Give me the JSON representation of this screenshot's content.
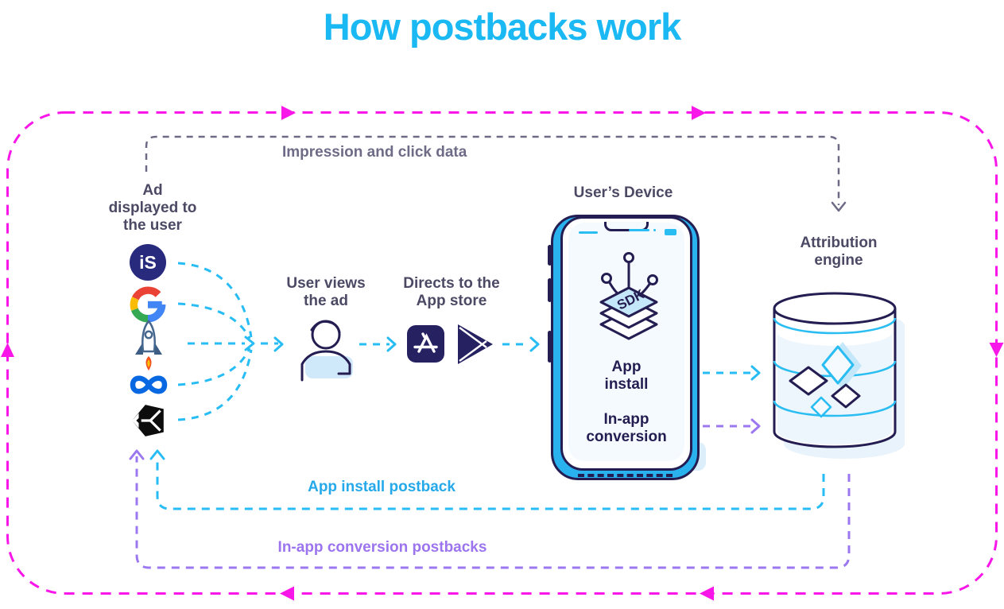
{
  "title": "How postbacks work",
  "flow": {
    "impression_label": "Impression and click data",
    "ad_displayed_line1": "Ad",
    "ad_displayed_line2": "displayed to",
    "ad_displayed_line3": "the user",
    "user_views_line1": "User views",
    "user_views_line2": "the ad",
    "directs_line1": "Directs to the",
    "directs_line2": "App store",
    "users_device": "User’s Device",
    "attribution_line1": "Attribution",
    "attribution_line2": "engine",
    "app_install_postback": "App install postback",
    "in_app_conversion_postbacks": "In-app conversion postbacks"
  },
  "device": {
    "sdk_label": "SDK",
    "app_install_line1": "App",
    "app_install_line2": "install",
    "in_app_line1": "In-app",
    "in_app_line2": "conversion"
  },
  "ad_networks": [
    {
      "name": "ironsource",
      "label": "iS"
    },
    {
      "name": "google"
    },
    {
      "name": "rocket-ad-network"
    },
    {
      "name": "meta"
    },
    {
      "name": "unity"
    }
  ],
  "colors": {
    "title_cyan": "#1ab9f4",
    "magenta_loop": "#f816e9",
    "cyan_line": "#27bdf4",
    "purple_line": "#9b78f0",
    "gray_line": "#6d6a85",
    "navy_outline": "#241d52",
    "label_dark": "#4c4964",
    "label_gray": "#6e6b86",
    "phone_blue": "#29b2ee",
    "light_blue_fill": "#cfe9fb",
    "google_red": "#EA4335",
    "google_yellow": "#FBBC05",
    "google_green": "#34A853",
    "google_blue": "#4285F4",
    "meta_blue": "#0768e1"
  }
}
